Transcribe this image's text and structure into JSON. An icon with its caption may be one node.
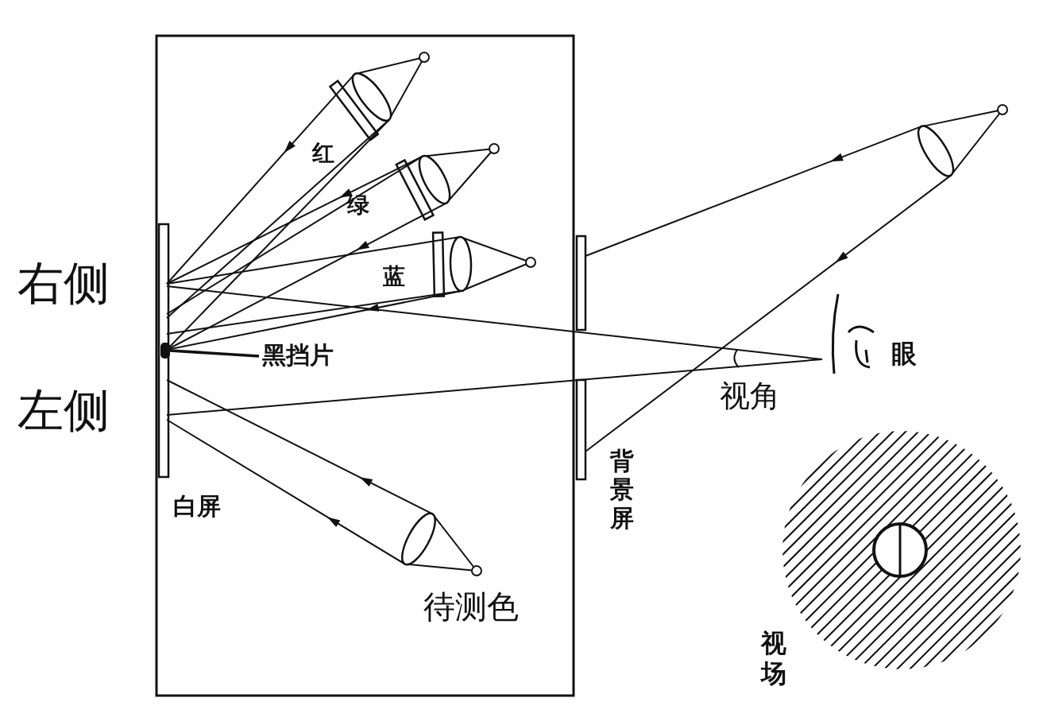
{
  "diagram": {
    "nodes": [
      {
        "text": [
          "黑挡片"
        ]
      },
      {
        "text": [],
        "shape": "bar"
      }
    ],
    "edges": [
      {
        "from": 0,
        "to": 1,
        "arrow": "none"
      }
    ],
    "labels": [
      "红",
      "绿",
      "右侧",
      "蓝",
      "左侧",
      "白屏",
      "背景屏",
      "眼",
      "视角",
      "待测色",
      "视场"
    ]
  }
}
